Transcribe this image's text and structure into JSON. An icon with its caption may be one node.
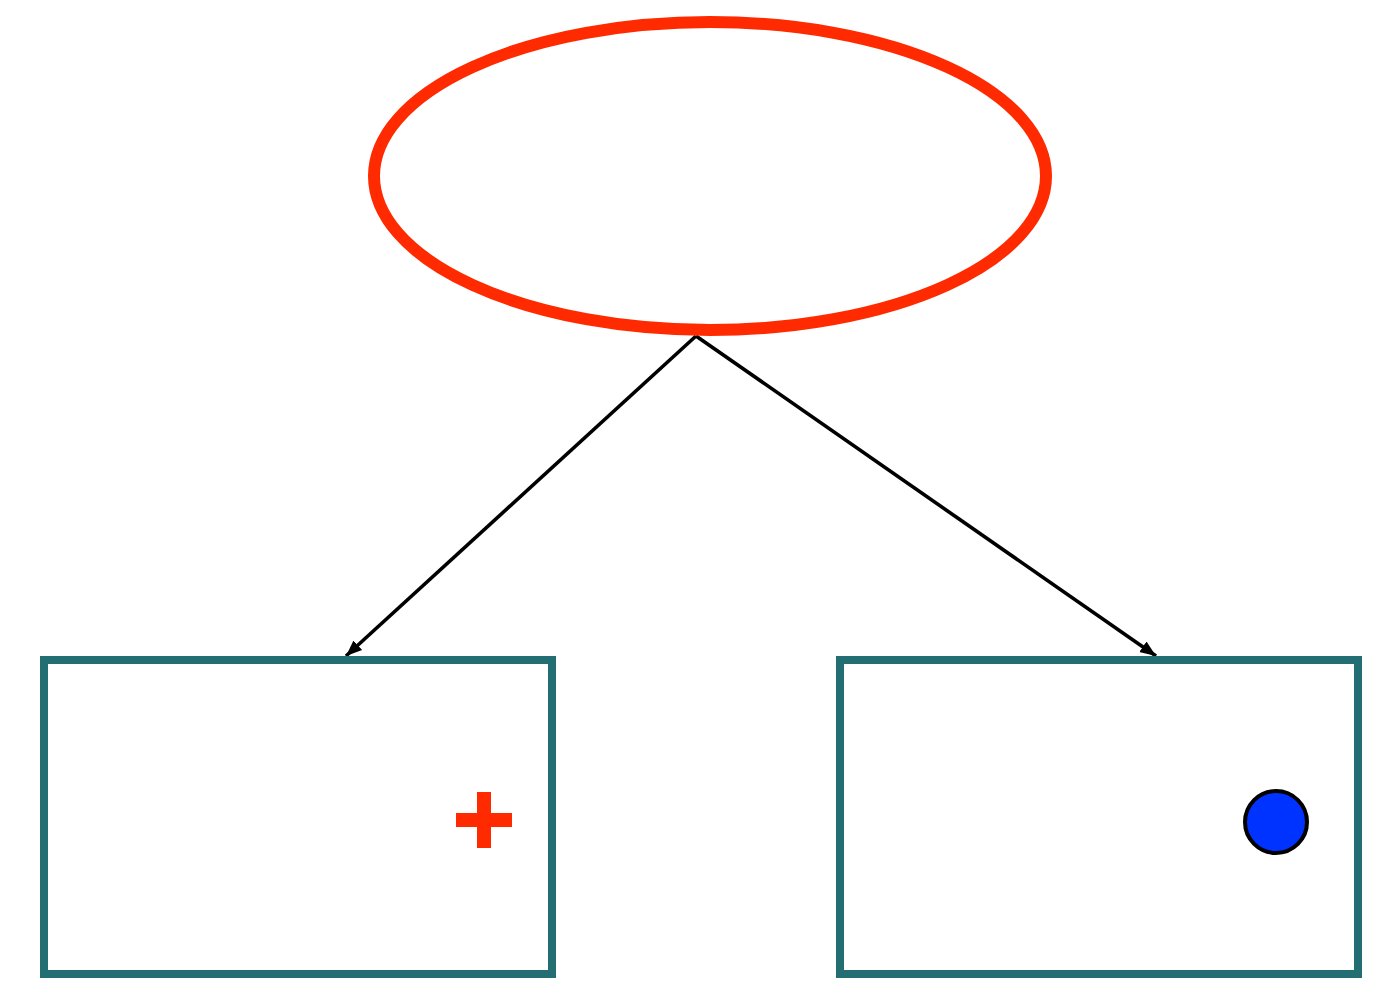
{
  "diagram": {
    "nodes": [
      {
        "text": [],
        "shape": "ellipse"
      },
      {
        "text": [],
        "shape": "box"
      },
      {
        "text": [],
        "shape": "box"
      }
    ],
    "edges": [
      {
        "from": 0,
        "to": 1,
        "arrow": "to"
      },
      {
        "from": 0,
        "to": 2,
        "arrow": "to"
      }
    ]
  }
}
